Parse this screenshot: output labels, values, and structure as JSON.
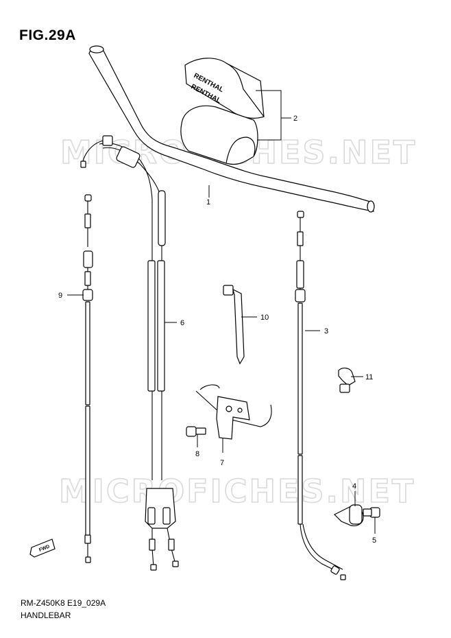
{
  "figure": {
    "title": "FIG.29A",
    "code": "RM-Z450K8 E19_029A",
    "name": "HANDLEBAR"
  },
  "watermark": {
    "text": "MICROFICHES.NET"
  },
  "fwd_label": "FWD",
  "pad_brand": "RENTHAL",
  "callouts": {
    "c1": "1",
    "c2": "2",
    "c3": "3",
    "c4": "4",
    "c5": "5",
    "c6": "6",
    "c7": "7",
    "c8": "8",
    "c9": "9",
    "c10": "10",
    "c11": "11"
  },
  "colors": {
    "line": "#000000",
    "watermark": "#d9d9d9",
    "background": "#ffffff"
  }
}
